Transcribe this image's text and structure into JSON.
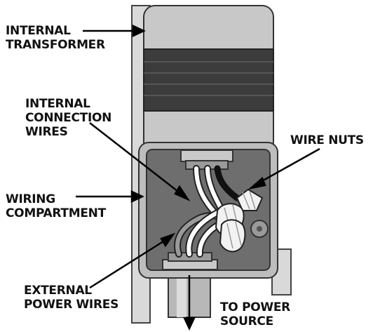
{
  "labels": {
    "internal_transformer": [
      "INTERNAL",
      "TRANSFORMER"
    ],
    "internal_connection_wires": [
      "INTERNAL",
      "CONNECTION",
      "WIRES"
    ],
    "wire_nuts": "WIRE NUTS",
    "wiring_compartment": [
      "WIRING",
      "COMPARTMENT"
    ],
    "external_power_wires": [
      "EXTERNAL",
      "POWER WIRES"
    ],
    "to_power_source": [
      "TO POWER",
      "SOURCE"
    ]
  },
  "colors": {
    "transformer_body": "#c8c8c8",
    "transformer_coil": "#3c3c3c",
    "compartment_interior": "#6e6e6e",
    "compartment_frame": "#bdbdbd",
    "wire_nut": "#f2f2f2",
    "conduit": "#b8b8b8",
    "leader_lines": "#000000"
  }
}
